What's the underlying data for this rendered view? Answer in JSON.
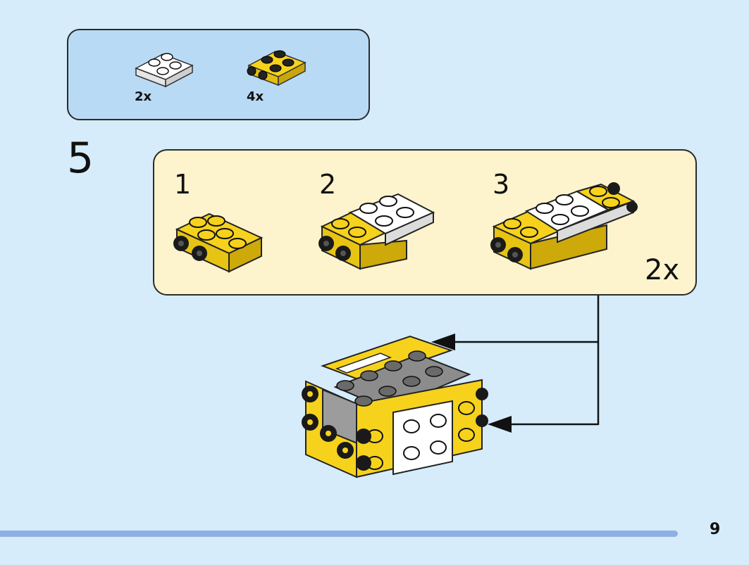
{
  "parts_list": {
    "items": [
      {
        "icon": "white-plate-2x2-icon",
        "quantity": "2x"
      },
      {
        "icon": "yellow-plate-2x2-with-wheels-icon",
        "quantity": "4x"
      }
    ]
  },
  "step": {
    "number": "5",
    "substeps": [
      {
        "label": "1",
        "icon": "substep-1-yellow-wheels-assembly-icon"
      },
      {
        "label": "2",
        "icon": "substep-2-white-plate-added-icon"
      },
      {
        "label": "3",
        "icon": "substep-3-wheel-chassis-icon"
      }
    ],
    "substep_quantity": "2x"
  },
  "footer": {
    "page_number": "9"
  },
  "colors": {
    "background": "#d6ecfb",
    "parts_box": "#b9daf5",
    "substep_box": "#fdf3cd",
    "brick_yellow": "#f6d21c",
    "brick_white": "#ffffff",
    "brick_gray": "#8c8c8c",
    "progress_bar": "#8fb0e2"
  }
}
